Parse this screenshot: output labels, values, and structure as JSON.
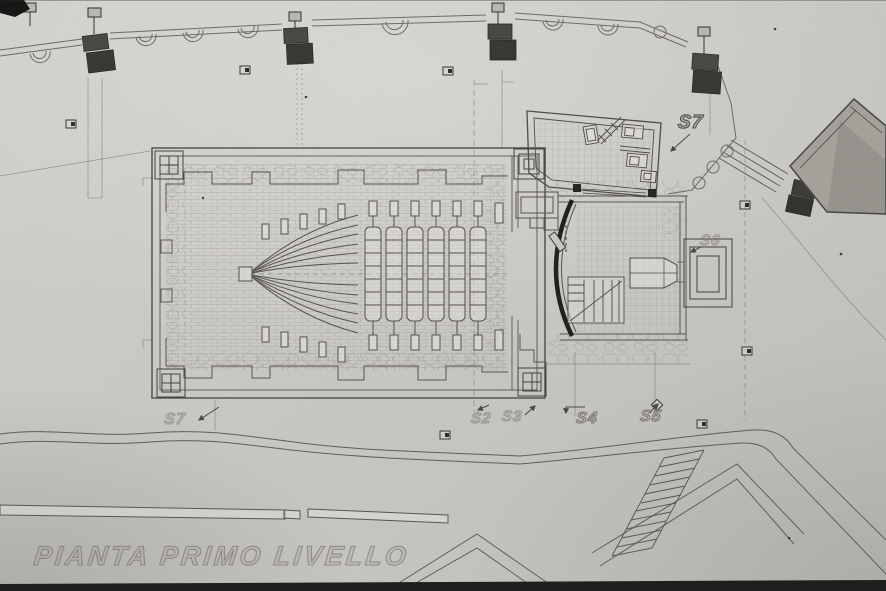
{
  "drawing": {
    "title": "PIANTA PRIMO LIVELLO"
  },
  "section_markers": [
    {
      "id": "s7-top",
      "label": "S7"
    },
    {
      "id": "s6",
      "label": "S6"
    },
    {
      "id": "s5",
      "label": "S5"
    },
    {
      "id": "s4",
      "label": "S4"
    },
    {
      "id": "s3",
      "label": "S3"
    },
    {
      "id": "s2",
      "label": "S2"
    },
    {
      "id": "s7-bottom",
      "label": "S7"
    }
  ],
  "colors": {
    "paper": "#c9c7c3",
    "ink": "#57544f",
    "faint_ink": "#7a7771",
    "dark": "#1b1a18"
  }
}
